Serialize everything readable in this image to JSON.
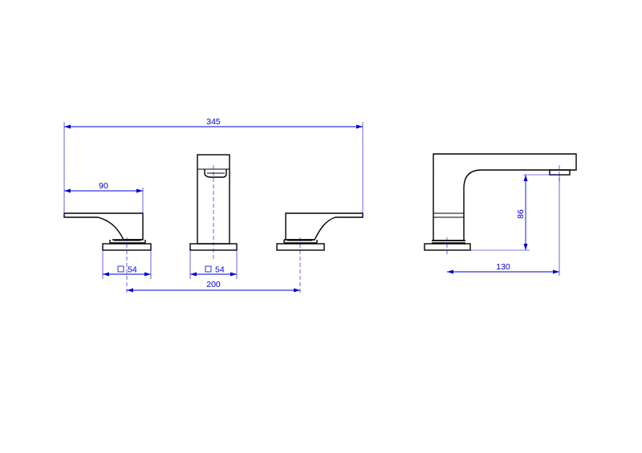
{
  "drawing": {
    "dimensions": {
      "overall_width": "345",
      "handle_length": "90",
      "left_base": "54",
      "center_base": "54",
      "center_spacing": "200",
      "spout_height": "86",
      "spout_reach": "130"
    },
    "base_symbol": "square",
    "colors": {
      "object_lines": "#000000",
      "dimension_lines": "#0000cc",
      "background": "#ffffff"
    }
  }
}
